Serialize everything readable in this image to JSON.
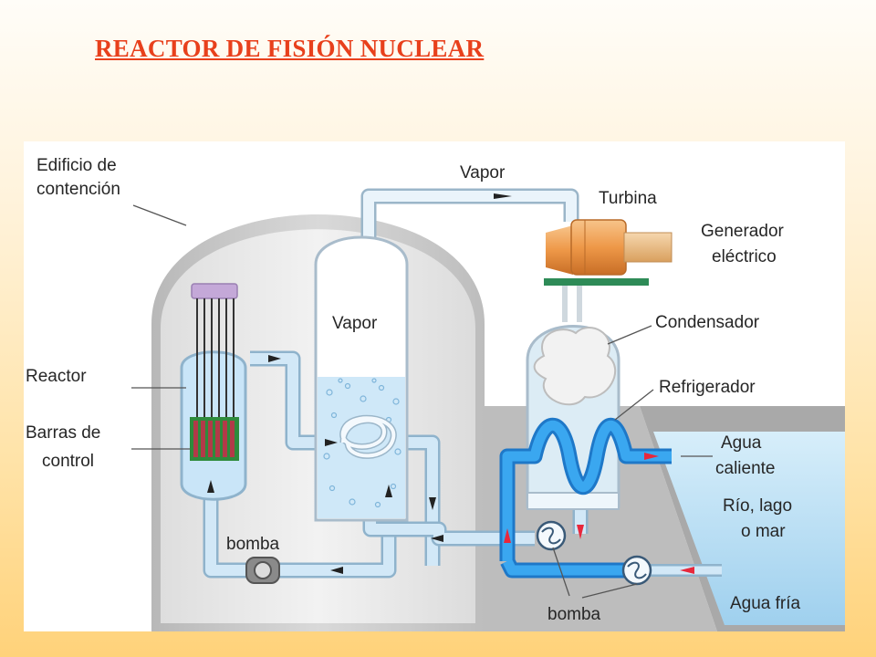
{
  "title": "REACTOR DE FISIÓN NUCLEAR",
  "labels": {
    "containment_line1": "Edificio de",
    "containment_line2": "contención",
    "vapor_pipe": "Vapor",
    "turbine": "Turbina",
    "generator_line1": "Generador",
    "generator_line2": "eléctrico",
    "vapor_tank": "Vapor",
    "condenser": "Condensador",
    "reactor": "Reactor",
    "cooler": "Refrigerador",
    "control_rods_line1": "Barras de",
    "control_rods_line2": "control",
    "hot_water_line1": "Agua",
    "hot_water_line2": "caliente",
    "water_body_line1": "Río, lago",
    "water_body_line2": "o mar",
    "pump_left": "bomba",
    "pump_bottom": "bomba",
    "cold_water": "Agua fría"
  },
  "colors": {
    "title": "#e8401c",
    "containment": "#c9c9c9",
    "pipe": "#cfe6f7",
    "hot_loop": "#1e8fe0",
    "water": "#bfe0f5",
    "turbine": "#f0a050",
    "arrow_red": "#e8283c"
  }
}
